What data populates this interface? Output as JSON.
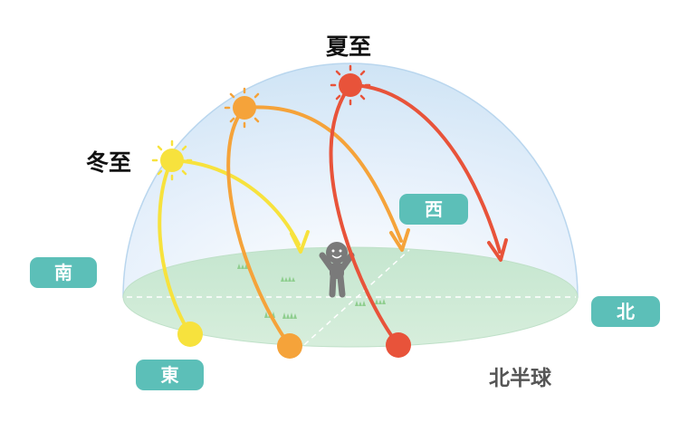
{
  "labels": {
    "summer_solstice": "夏至",
    "winter_solstice": "冬至",
    "hemisphere": "北半球"
  },
  "directions": {
    "south": "南",
    "west": "西",
    "north": "北",
    "east": "東"
  },
  "colors": {
    "summer": "#e8533a",
    "equinox": "#f5a33a",
    "winter": "#f7e23d",
    "ground": "#cde8d4",
    "sky": "#d2e7f7",
    "direction_pill": "#5cbfb8",
    "figure": "#7a7a7a"
  },
  "icons": {
    "person": "smiling-figure-icon",
    "sun": "sun-icon",
    "grass": "grass-tuft-icon"
  }
}
